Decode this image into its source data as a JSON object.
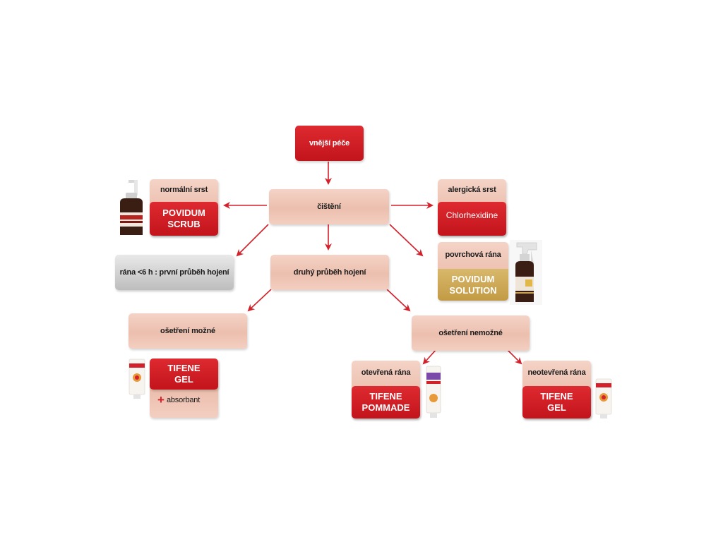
{
  "root": {
    "label": "vnější péče"
  },
  "cleaning": {
    "label": "čištění"
  },
  "normal_coat": {
    "label": "normální srst",
    "product_line1": "POVIDUM",
    "product_line2": "SCRUB"
  },
  "allergic_coat": {
    "label": "alergická srst",
    "product": "Chlorhexidine"
  },
  "wound_under_6h": {
    "label": "rána  <6 h : první průběh hojení"
  },
  "second_phase": {
    "label": "druhý průběh hojení"
  },
  "surface_wound": {
    "label": "povrchová rána",
    "product_line1": "POVIDUM",
    "product_line2": "SOLUTION"
  },
  "treatment_possible": {
    "label": "ošetření možné",
    "product_line1": "TIFENE",
    "product_line2": "GEL",
    "extra_symbol": "+",
    "extra": "absorbant"
  },
  "treatment_impossible": {
    "label": "ošetření nemožné"
  },
  "open_wound": {
    "label": "otevřená rána",
    "product_line1": "TIFENE",
    "product_line2": "POMMADE"
  },
  "closed_wound": {
    "label": "neotevřená rána",
    "product_line1": "TIFENE",
    "product_line2": "GEL"
  },
  "colors": {
    "arrow": "#d4202a",
    "red": "#d21e26",
    "peach": "#efc6b6",
    "gold": "#c9a452"
  }
}
